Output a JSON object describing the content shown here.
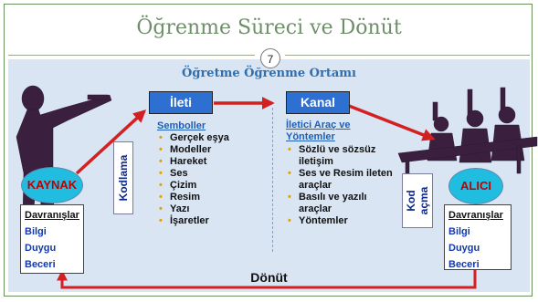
{
  "slide": {
    "title": "Öğrenme Süreci ve Dönüt",
    "page_number": "7",
    "subtitle": "Öğretme Öğrenme Ortamı"
  },
  "colors": {
    "title": "#6f8f6a",
    "band": "#d9e5f3",
    "box_blue": "#2e6fd2",
    "ellipse": "#21bde0",
    "arrow": "#d32020",
    "bullet": "#e2a300",
    "figure": "#3b1f3e"
  },
  "message": {
    "box_label": "İleti",
    "heading": "Semboller",
    "items": [
      "Gerçek eşya",
      "Modeller",
      "Hareket",
      "Ses",
      "Çizim",
      "Resim",
      "Yazı",
      "İşaretler"
    ]
  },
  "channel": {
    "box_label": "Kanal",
    "heading": "İletici Araç ve Yöntemler",
    "items": [
      "Sözlü ve sözsüz iletişim",
      "Ses ve Resim ileten araçlar",
      "Basılı ve yazılı araçlar",
      "Yöntemler"
    ]
  },
  "sender": {
    "label": "KAYNAK",
    "encoding_label": "Kodlama",
    "features": [
      "Davranışlar",
      "Bilgi",
      "Duygu",
      "Beceri"
    ]
  },
  "receiver": {
    "label": "ALICI",
    "decoding_label": "Kod açma",
    "features": [
      "Davranışlar",
      "Bilgi",
      "Duygu",
      "Beceri"
    ]
  },
  "feedback": {
    "label": "Dönüt"
  }
}
